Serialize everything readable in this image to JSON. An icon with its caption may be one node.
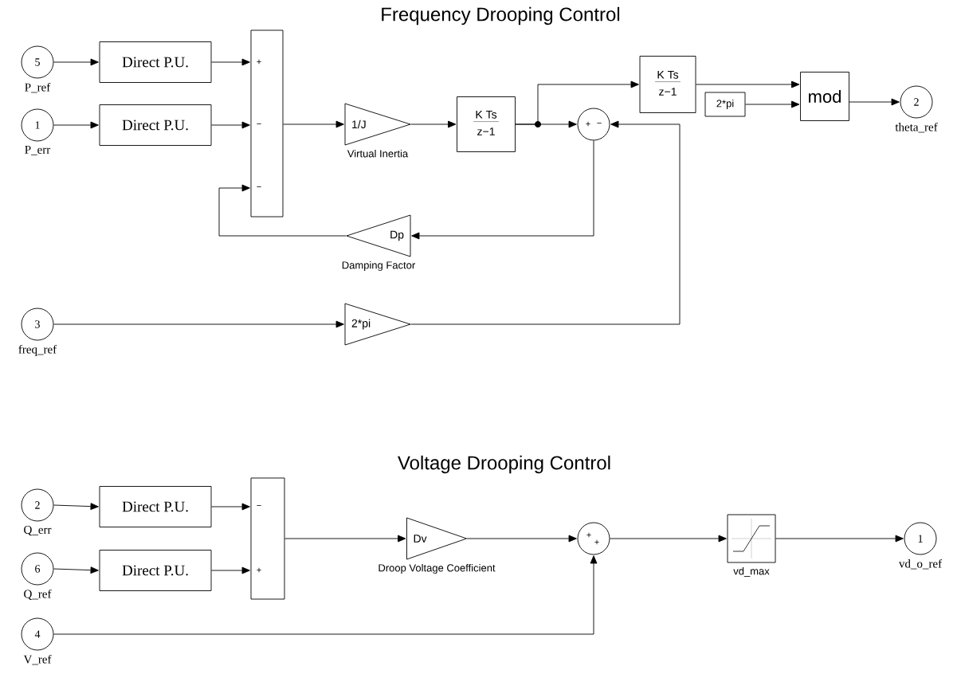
{
  "diagram": {
    "title": "Frequency Drooping Control",
    "nodes": [
      {
        "text": [
          "5"
        ],
        "beside": [
          "P_ref"
        ]
      },
      {
        "text": [
          "1"
        ],
        "beside": [
          "P_err"
        ]
      },
      {
        "text": [
          "Direct P.U."
        ]
      },
      {
        "text": [
          "Direct P.U."
        ]
      },
      {
        "text": [
          "+",
          "−",
          "−"
        ]
      },
      {
        "text": [
          "1/J"
        ],
        "beside": [
          "Virtual Inertia"
        ]
      },
      {
        "text": [
          "K Ts",
          "z−1"
        ]
      },
      {
        "text": [
          "+",
          "−"
        ]
      },
      {
        "text": [
          "K Ts",
          "z−1"
        ]
      },
      {
        "text": [
          "2*pi"
        ]
      },
      {
        "text": [
          "mod"
        ]
      },
      {
        "text": [
          "2"
        ],
        "beside": [
          "theta_ref"
        ]
      },
      {
        "text": [
          "Dp"
        ],
        "beside": [
          "Damping Factor"
        ]
      },
      {
        "text": [
          "3"
        ],
        "beside": [
          "freq_ref"
        ]
      },
      {
        "text": [
          "2*pi"
        ]
      },
      {
        "text": [
          "2"
        ],
        "beside": [
          "Q_err"
        ]
      },
      {
        "text": [
          "6"
        ],
        "beside": [
          "Q_ref"
        ]
      },
      {
        "text": [
          "Direct P.U."
        ]
      },
      {
        "text": [
          "Direct P.U."
        ]
      },
      {
        "text": [
          "−",
          "+"
        ]
      },
      {
        "text": [
          "Dv"
        ],
        "beside": [
          "Droop Voltage Coefficient"
        ]
      },
      {
        "text": [
          "+",
          "+"
        ]
      },
      {
        "text": [],
        "shape": "box",
        "beside": [
          "vd_max"
        ]
      },
      {
        "text": [
          "1"
        ],
        "beside": [
          "vd_o_ref"
        ]
      },
      {
        "text": [
          "4"
        ],
        "beside": [
          "V_ref"
        ]
      }
    ],
    "edges": [
      {
        "from": 0,
        "to": 2,
        "arrow": "to"
      },
      {
        "from": 1,
        "to": 3,
        "arrow": "to"
      },
      {
        "from": 2,
        "to": 4,
        "arrow": "to"
      },
      {
        "from": 3,
        "to": 4,
        "arrow": "to"
      },
      {
        "from": 4,
        "to": 5,
        "arrow": "to"
      },
      {
        "from": 5,
        "to": 6,
        "arrow": "to"
      },
      {
        "from": 6,
        "to": 8,
        "arrow": "to"
      },
      {
        "from": 6,
        "to": 7,
        "arrow": "to"
      },
      {
        "from": 7,
        "to": 12,
        "arrow": "to"
      },
      {
        "from": 12,
        "to": 4,
        "arrow": "to"
      },
      {
        "from": 13,
        "to": 14,
        "arrow": "to"
      },
      {
        "from": 14,
        "to": 7,
        "arrow": "to"
      },
      {
        "from": 8,
        "to": 10,
        "arrow": "to"
      },
      {
        "from": 9,
        "to": 10,
        "arrow": "to"
      },
      {
        "from": 10,
        "to": 11,
        "arrow": "to"
      },
      {
        "from": 15,
        "to": 17,
        "arrow": "to"
      },
      {
        "from": 16,
        "to": 18,
        "arrow": "to"
      },
      {
        "from": 17,
        "to": 19,
        "arrow": "to"
      },
      {
        "from": 18,
        "to": 19,
        "arrow": "to"
      },
      {
        "from": 19,
        "to": 20,
        "arrow": "to"
      },
      {
        "from": 20,
        "to": 21,
        "arrow": "to"
      },
      {
        "from": 24,
        "to": 21,
        "arrow": "to"
      },
      {
        "from": 21,
        "to": 22,
        "arrow": "to"
      },
      {
        "from": 22,
        "to": 23,
        "arrow": "to"
      }
    ],
    "labels": [
      "Voltage Drooping Control"
    ]
  }
}
